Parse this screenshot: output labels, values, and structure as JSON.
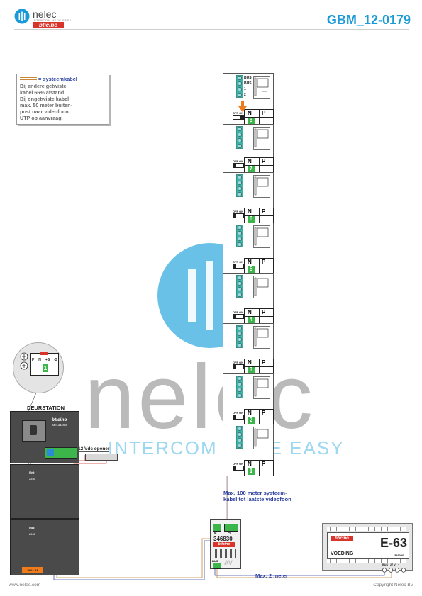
{
  "header": {
    "brand_name": "nelec",
    "brand_tagline": "INTERCOM MADE EASY",
    "partner_logo": "bticino",
    "doc_code": "GBM_12-0179"
  },
  "note": {
    "key_label": "= systeemkabel",
    "lines": [
      "Bij andere getwiste",
      "kabel 66% afstand!",
      "Bij ongetwiste kabel",
      "max. 50 meter buiten-",
      "post naar videofoon.",
      "UTP op aanvraag."
    ]
  },
  "watermark": {
    "word": "nelec",
    "tagline": "INTERCOM MADE EASY"
  },
  "door_station": {
    "title": "DEURSTATION",
    "brand": "bticino",
    "module_code": "ART.342560",
    "module2_code": "2240",
    "module3_code": "2240",
    "module3_brand": "ne",
    "module2_brand": "ne",
    "bottom_code": "5L21 S1",
    "inset_terminals": [
      "P",
      "N",
      "+S",
      "-S"
    ],
    "inset_number": "1"
  },
  "opener": {
    "label": "12 Vdc opener"
  },
  "apartments": [
    {
      "number": "8",
      "switch": "OFF ON",
      "n": "N",
      "p": "P"
    },
    {
      "number": "7",
      "switch": "OFF ON",
      "n": "N",
      "p": "P"
    },
    {
      "number": "6",
      "switch": "OFF ON",
      "n": "N",
      "p": "P"
    },
    {
      "number": "5",
      "switch": "OFF ON",
      "n": "N",
      "p": "P"
    },
    {
      "number": "4",
      "switch": "OFF ON",
      "n": "N",
      "p": "P"
    },
    {
      "number": "3",
      "switch": "OFF ON",
      "n": "N",
      "p": "P"
    },
    {
      "number": "2",
      "switch": "OFF ON",
      "n": "N",
      "p": "P"
    },
    {
      "number": "1",
      "switch": "OFF ON",
      "n": "N",
      "p": "P"
    }
  ],
  "phone_terminals": [
    "2",
    "1",
    "BUS",
    "BUS"
  ],
  "cable_note": {
    "line1": "Max. 100 meter systeem-",
    "line2": "kabel tot laatste videofoon"
  },
  "interface": {
    "code": "346830",
    "brand": "bticino",
    "terminal_labels": [
      "M",
      "PI"
    ],
    "bottom_label": "AV",
    "bus_label": "BUS"
  },
  "power_supply": {
    "brand": "bticino",
    "model": "E-63",
    "name": "VOEDING",
    "code": "346000",
    "terminal_labels": [
      "BUS",
      "27 V",
      "~"
    ]
  },
  "distance_note": "Max. 2 meter",
  "footer": {
    "url": "www.nelec.com",
    "copyright": "Copyright Nelec BV"
  },
  "colors": {
    "accent": "#1a9ad6",
    "cable": "#c9873a",
    "cable_blue": "#3c4fae",
    "terminal_green": "#3cb54a",
    "brand_red": "#d9342b",
    "arrow": "#f07b1b"
  },
  "icons": [
    "nelec-logo-icon",
    "arrow-down-icon",
    "videophone-icon",
    "screw-terminal-icon"
  ]
}
